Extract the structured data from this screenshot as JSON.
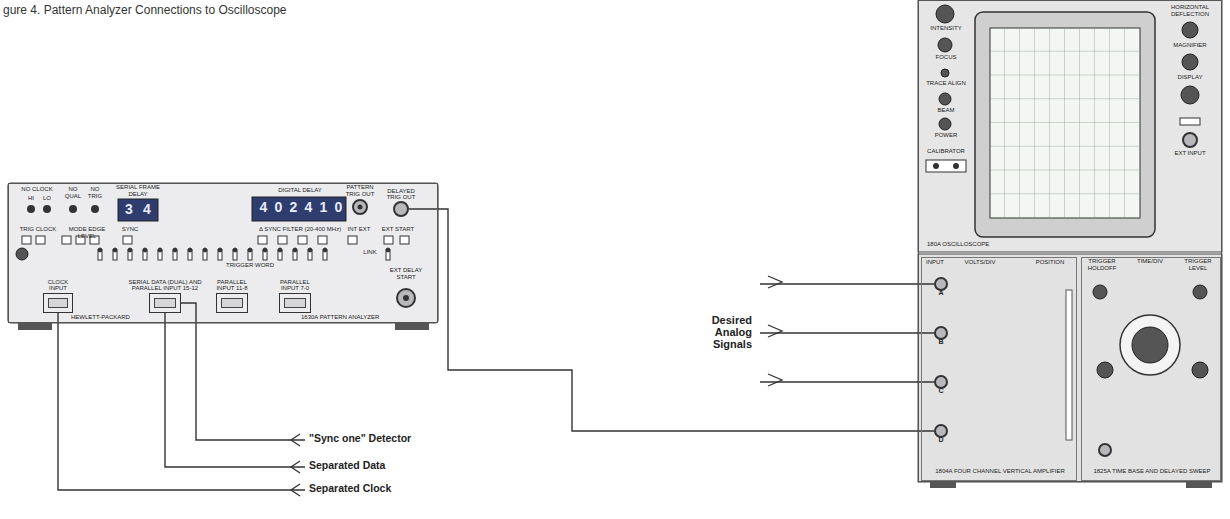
{
  "diagram": {
    "title": "gure 4.  Pattern Analyzer Connections to Oscilloscope",
    "nodes": [
      {
        "text": [
          "HEWLETT-PACKARD",
          "1630A PATTERN ANALYZER"
        ]
      },
      {
        "text": [
          "CLOCK INPUT"
        ],
        "in": 0
      },
      {
        "text": [
          "SERIAL DATA (DUAL) AND PARALLEL INPUT 15-12"
        ],
        "in": 0
      },
      {
        "text": [
          "PARALLEL INPUT 11-8"
        ],
        "in": 0
      },
      {
        "text": [
          "PARALLEL INPUT 7-0"
        ],
        "in": 0
      },
      {
        "text": [
          "DELAYED TRIG OUT"
        ],
        "in": 0
      },
      {
        "text": [
          "180A OSCILLOSCOPE"
        ]
      },
      {
        "text": [
          "1804A FOUR CHANNEL VERTICAL AMPLIFIER"
        ],
        "in": 6
      },
      {
        "text": [
          "A"
        ],
        "in": 7
      },
      {
        "text": [
          "B"
        ],
        "in": 7
      },
      {
        "text": [
          "C"
        ],
        "in": 7
      },
      {
        "text": [
          "D"
        ],
        "in": 7
      },
      {
        "text": [
          "1825A TIME BASE AND DELAYED SWEEP"
        ],
        "in": 6
      },
      {
        "text": [
          "Desired Analog Signals"
        ]
      },
      {
        "text": [
          "\"Sync one\" Detector"
        ]
      },
      {
        "text": [
          "Separated Data"
        ]
      },
      {
        "text": [
          "Separated Clock"
        ]
      }
    ],
    "edges": [
      {
        "from": 5,
        "to": 11,
        "arrow": "none"
      },
      {
        "from": 13,
        "to": 8,
        "arrow": "none"
      },
      {
        "from": 13,
        "to": 9,
        "arrow": "none"
      },
      {
        "from": 13,
        "to": 10,
        "arrow": "none"
      },
      {
        "from": 14,
        "to": 2,
        "arrow": "none"
      },
      {
        "from": 15,
        "to": 2,
        "arrow": "none"
      },
      {
        "from": 16,
        "to": 1,
        "arrow": "none"
      }
    ],
    "labels": [
      "NO CLOCK",
      "HI",
      "LO",
      "NO QUAL",
      "NO TRIG",
      "SERIAL FRAME DELAY",
      "3",
      "4",
      "DIGITAL DELAY",
      "4",
      "0",
      "2",
      "4",
      "1",
      "0",
      "PATTERN TRIG OUT",
      "TRIG CLOCK",
      "MODE EDGE LEVEL",
      "SYNC",
      "Δ SYNC FILTER (20-400 MHz)",
      "INT EXT",
      "EXT START",
      "TRIGGER WORD",
      "LINK",
      "EXT DELAY START",
      "INTENSITY",
      "FOCUS",
      "TRACE ALIGN",
      "BEAM",
      "POWER",
      "CALIBRATOR",
      "HORIZONTAL DEFLECTION",
      "MAGNIFIER",
      "DISPLAY",
      "EXT INPUT",
      "INPUT",
      "VOLTS/DIV",
      "POSITION",
      "TRIGGER HOLDOFF",
      "TIME/DIV",
      "TRIGGER LEVEL"
    ]
  }
}
